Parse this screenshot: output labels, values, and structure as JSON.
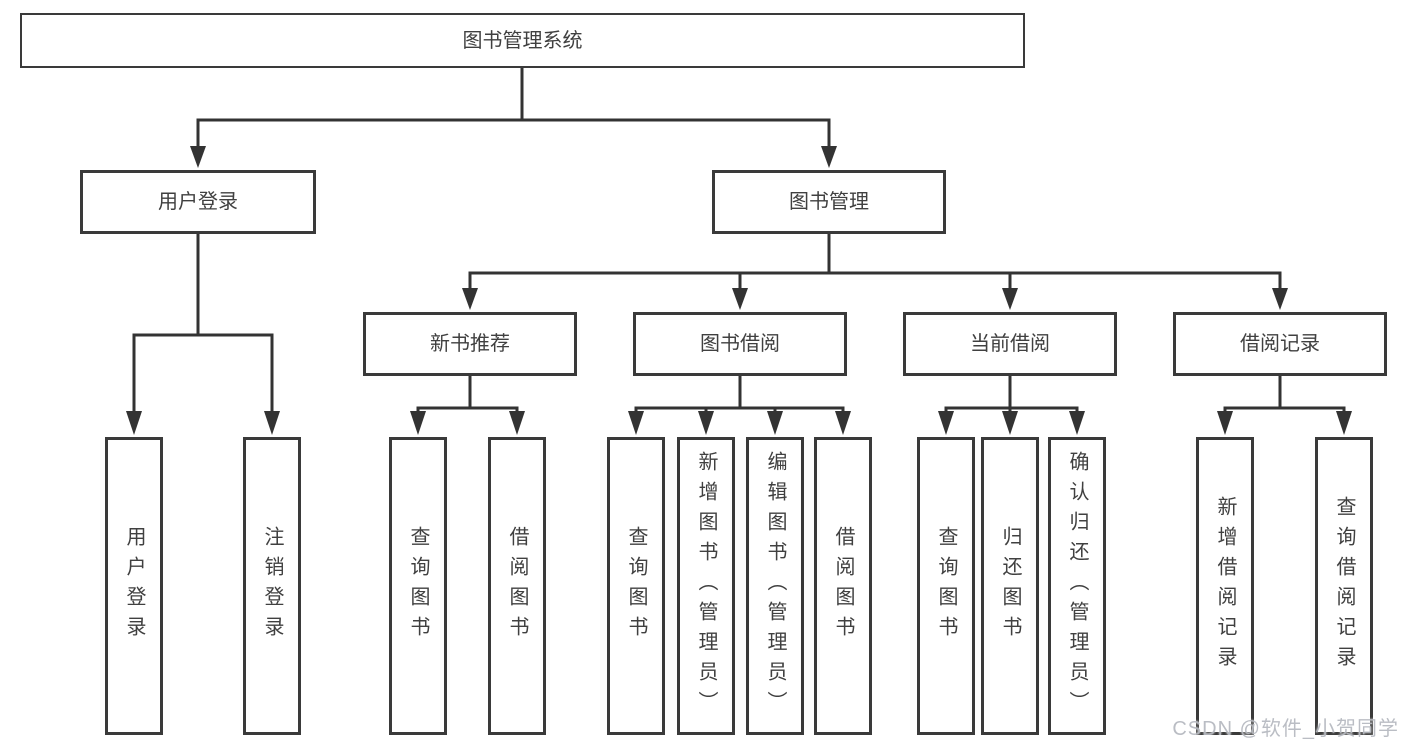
{
  "diagram": {
    "root": {
      "label": "图书管理系统"
    },
    "branches": [
      {
        "label": "用户登录",
        "children": [
          {
            "label": "用户登录"
          },
          {
            "label": "注销登录"
          }
        ]
      },
      {
        "label": "图书管理",
        "children": [
          {
            "label": "新书推荐",
            "children": [
              {
                "label": "查询图书"
              },
              {
                "label": "借阅图书"
              }
            ]
          },
          {
            "label": "图书借阅",
            "children": [
              {
                "label": "查询图书"
              },
              {
                "label": "新增图书（管理员）"
              },
              {
                "label": "编辑图书（管理员）"
              },
              {
                "label": "借阅图书"
              }
            ]
          },
          {
            "label": "当前借阅",
            "children": [
              {
                "label": "查询图书"
              },
              {
                "label": "归还图书"
              },
              {
                "label": "确认归还（管理员）"
              }
            ]
          },
          {
            "label": "借阅记录",
            "children": [
              {
                "label": "新增借阅记录"
              },
              {
                "label": "查询借阅记录"
              }
            ]
          }
        ]
      }
    ],
    "colors": {
      "line": "#333333",
      "border": "#3a3a3a",
      "text": "#404040",
      "watermark": "#b7bac1"
    }
  },
  "watermark": {
    "text": "CSDN @软件_小贺同学"
  }
}
